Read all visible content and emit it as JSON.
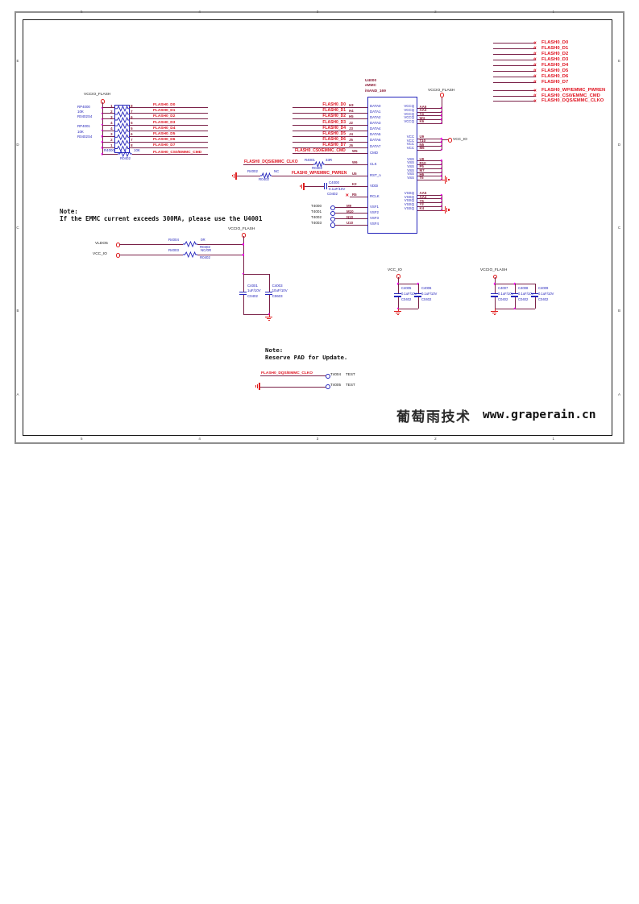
{
  "zones": {
    "top": [
      "5",
      "4",
      "3",
      "2",
      "1"
    ],
    "bottom": [
      "5",
      "4",
      "3",
      "2",
      "1"
    ],
    "left": [
      "E",
      "D",
      "C",
      "B",
      "A"
    ],
    "right": [
      "E",
      "D",
      "C",
      "B",
      "A"
    ]
  },
  "icons": {
    "port_chevron": "«",
    "no_connect": "✕"
  },
  "rails": {
    "vccio_flash": "VCCIO_FLASH",
    "vcc_io": "VCC_IO",
    "vldo5": "VLDO5"
  },
  "top_right": {
    "data_rows": [
      "FLASH0_D0",
      "FLASH0_D1",
      "FLASH0_D2",
      "FLASH0_D3",
      "FLASH0_D4",
      "FLASH0_D5",
      "FLASH0_D6",
      "FLASH0_D7"
    ],
    "ctrl_rows": [
      "FLASH0_WP/EMMC_PWREN",
      "FLASH0_CS0/EMMC_CMD",
      "FLASH0_DQS/EMMC_CLKO"
    ]
  },
  "pullups": {
    "rp4000": {
      "ref": "RP4000",
      "value": "10K",
      "pkg": "R0402S4"
    },
    "rp4001": {
      "ref": "RP4001",
      "value": "10K",
      "pkg": "R0402S4"
    },
    "rows": [
      {
        "l": "1",
        "r": "8",
        "net": "FLASH0_D0"
      },
      {
        "l": "2",
        "r": "7",
        "net": "FLASH0_D1"
      },
      {
        "l": "3",
        "r": "6",
        "net": "FLASH0_D2"
      },
      {
        "l": "4",
        "r": "5",
        "net": "FLASH0_D3"
      },
      {
        "l": "4",
        "r": "5",
        "net": "FLASH0_D4"
      },
      {
        "l": "3",
        "r": "6",
        "net": "FLASH0_D5"
      },
      {
        "l": "2",
        "r": "7",
        "net": "FLASH0_D6"
      },
      {
        "l": "1",
        "r": "8",
        "net": "FLASH0_D7"
      }
    ],
    "r4000": {
      "ref": "R4000",
      "value": "10K",
      "pkg": "R0402",
      "net": "FLASH0_CS0/EMMC_CMD"
    }
  },
  "mid": {
    "rows": [
      {
        "net": "FLASH0_D0",
        "pin": "H3"
      },
      {
        "net": "FLASH0_D1",
        "pin": "H4"
      },
      {
        "net": "FLASH0_D2",
        "pin": "H5"
      },
      {
        "net": "FLASH0_D3",
        "pin": "J2"
      },
      {
        "net": "FLASH0_D4",
        "pin": "J3"
      },
      {
        "net": "FLASH0_D5",
        "pin": "J4"
      },
      {
        "net": "FLASH0_D6",
        "pin": "J5"
      },
      {
        "net": "FLASH0_D7",
        "pin": "J6"
      }
    ],
    "cmd": {
      "net": "FLASH0_CS0/EMMC_CMD",
      "pin": "W5"
    },
    "clk": {
      "net": "FLASH0_DQS/EMMC_CLKO",
      "ref": "R4001",
      "value": "33R",
      "pkg": "R0402",
      "pin": "W6"
    },
    "rst": {
      "ref": "R4002",
      "value": "NC",
      "pkg": "R0402",
      "net": "FLASH0_WP/EMMC_PWREN",
      "pin": "U5"
    },
    "vddi": {
      "ref": "C4000",
      "value": "0.1uF/10V",
      "pkg": "C0402",
      "pin": "K2"
    },
    "rclk": {
      "pin": "R5"
    },
    "vsf": [
      {
        "tp": "T4000",
        "pin": "M9"
      },
      {
        "tp": "T4001",
        "pin": "M10"
      },
      {
        "tp": "T4002",
        "pin": "N10"
      },
      {
        "tp": "T4003",
        "pin": "U10"
      }
    ]
  },
  "chip": {
    "ref": "U4000",
    "type": "eMMC",
    "part": "iNAND_169",
    "left_data": [
      "DATA0",
      "DATA1",
      "DATA2",
      "DATA3",
      "DATA4",
      "DATA5",
      "DATA6",
      "DATA7"
    ],
    "left_other": [
      "CMD",
      "CLK",
      "RST_n",
      "VDDi",
      "RCLK"
    ],
    "vsf_names": [
      "VSF1",
      "VSF2",
      "VSF3",
      "VSF4"
    ],
    "vccq": [
      {
        "name": "VCCQ",
        "pin": "AA6"
      },
      {
        "name": "VCCQ",
        "pin": "AA3"
      },
      {
        "name": "VCCQ",
        "pin": "Y4"
      },
      {
        "name": "VCCQ",
        "pin": "W4"
      },
      {
        "name": "VCCQ",
        "pin": "K6"
      }
    ],
    "vcc": [
      {
        "name": "VCC",
        "pin": "U9"
      },
      {
        "name": "VCC",
        "pin": "T10"
      },
      {
        "name": "VCC",
        "pin": "N5"
      },
      {
        "name": "VCC",
        "pin": "M6"
      }
    ],
    "vss": [
      {
        "name": "VSS",
        "pin": "U8"
      },
      {
        "name": "VSS",
        "pin": "R10"
      },
      {
        "name": "VSS",
        "pin": "P5"
      },
      {
        "name": "VSS",
        "pin": "M7"
      },
      {
        "name": "VSS",
        "pin": "H6"
      },
      {
        "name": "VSS",
        "pin": "T5"
      }
    ],
    "vssq": [
      {
        "name": "VSSQ",
        "pin": "AA5"
      },
      {
        "name": "VSSQ",
        "pin": "AA4"
      },
      {
        "name": "VSSQ",
        "pin": "Y5"
      },
      {
        "name": "VSSQ",
        "pin": "Y2"
      },
      {
        "name": "VSSQ",
        "pin": "K4"
      }
    ]
  },
  "note1": {
    "l1": "Note:",
    "l2": "If the EMMC current exceeds 300MA, please use the U4001"
  },
  "mux": {
    "rows": [
      {
        "src": "VLDO5",
        "ref": "R4004",
        "value": "0R",
        "pkg": "R0402"
      },
      {
        "src": "VCC_IO",
        "ref": "R4003",
        "value": "NC/0R",
        "pkg": "R0402"
      }
    ],
    "caps": [
      {
        "ref": "C4001",
        "value": "1uF/10V",
        "pkg": "C0402"
      },
      {
        "ref": "C4003",
        "value": "10uF/10V",
        "pkg": "C0603"
      }
    ]
  },
  "decap_vccio": {
    "caps": [
      {
        "ref": "C4005",
        "value": "0.1uF/10V",
        "pkg": "C0402"
      },
      {
        "ref": "C4006",
        "value": "0.1uF/10V",
        "pkg": "C0402"
      }
    ]
  },
  "decap_flash": {
    "caps": [
      {
        "ref": "C4007",
        "value": "0.1uF/10V",
        "pkg": "C0402"
      },
      {
        "ref": "C4008",
        "value": "0.1uF/10V",
        "pkg": "C0402"
      },
      {
        "ref": "C4009",
        "value": "0.1uF/10V",
        "pkg": "C0402"
      }
    ]
  },
  "note2": {
    "l1": "Note:",
    "l2": "Reserve PAD for Update."
  },
  "update_pads": {
    "net": "FLASH0_DQS/EMMC_CLKO",
    "pads": [
      {
        "tp": "T4004",
        "label": "TEST"
      },
      {
        "tp": "T4005",
        "label": "TEST"
      }
    ]
  },
  "logo": {
    "cn": "葡萄雨技术",
    "url": "www.graperain.cn"
  },
  "colors": {
    "wire": "#7a2148",
    "net_label": "#e01320",
    "component": "#2323bb",
    "pin_number": "#8c1f3a",
    "junction": "#ff00ff",
    "ground": "#e02020"
  }
}
